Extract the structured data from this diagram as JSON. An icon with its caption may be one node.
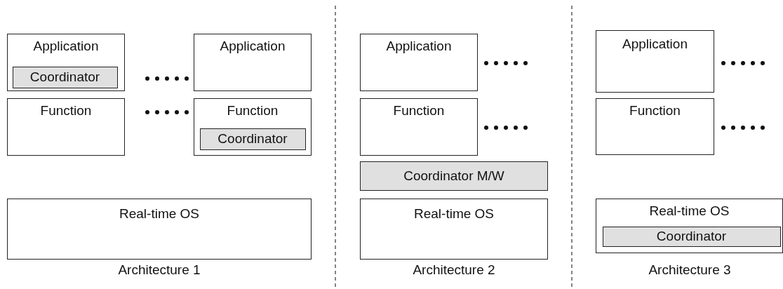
{
  "diagram": {
    "nodes": [
      {
        "text": [
          "Application"
        ]
      },
      {
        "text": [
          "Coordinator"
        ],
        "in": 0
      },
      {
        "text": [
          "Application"
        ]
      },
      {
        "text": [
          "Function"
        ]
      },
      {
        "text": [
          "Function"
        ]
      },
      {
        "text": [
          "Coordinator"
        ],
        "in": 4
      },
      {
        "text": [
          "Real-time OS"
        ]
      },
      {
        "text": [
          "Application"
        ]
      },
      {
        "text": [
          "Function"
        ]
      },
      {
        "text": [
          "Coordinator M/W"
        ]
      },
      {
        "text": [
          "Real-time OS"
        ]
      },
      {
        "text": [
          "Application"
        ]
      },
      {
        "text": [
          "Function"
        ]
      },
      {
        "text": [
          "Real-time OS"
        ]
      },
      {
        "text": [
          "Coordinator"
        ],
        "in": 13
      }
    ],
    "labels": [
      "Architecture 1",
      "Architecture 2",
      "Architecture 3"
    ]
  }
}
